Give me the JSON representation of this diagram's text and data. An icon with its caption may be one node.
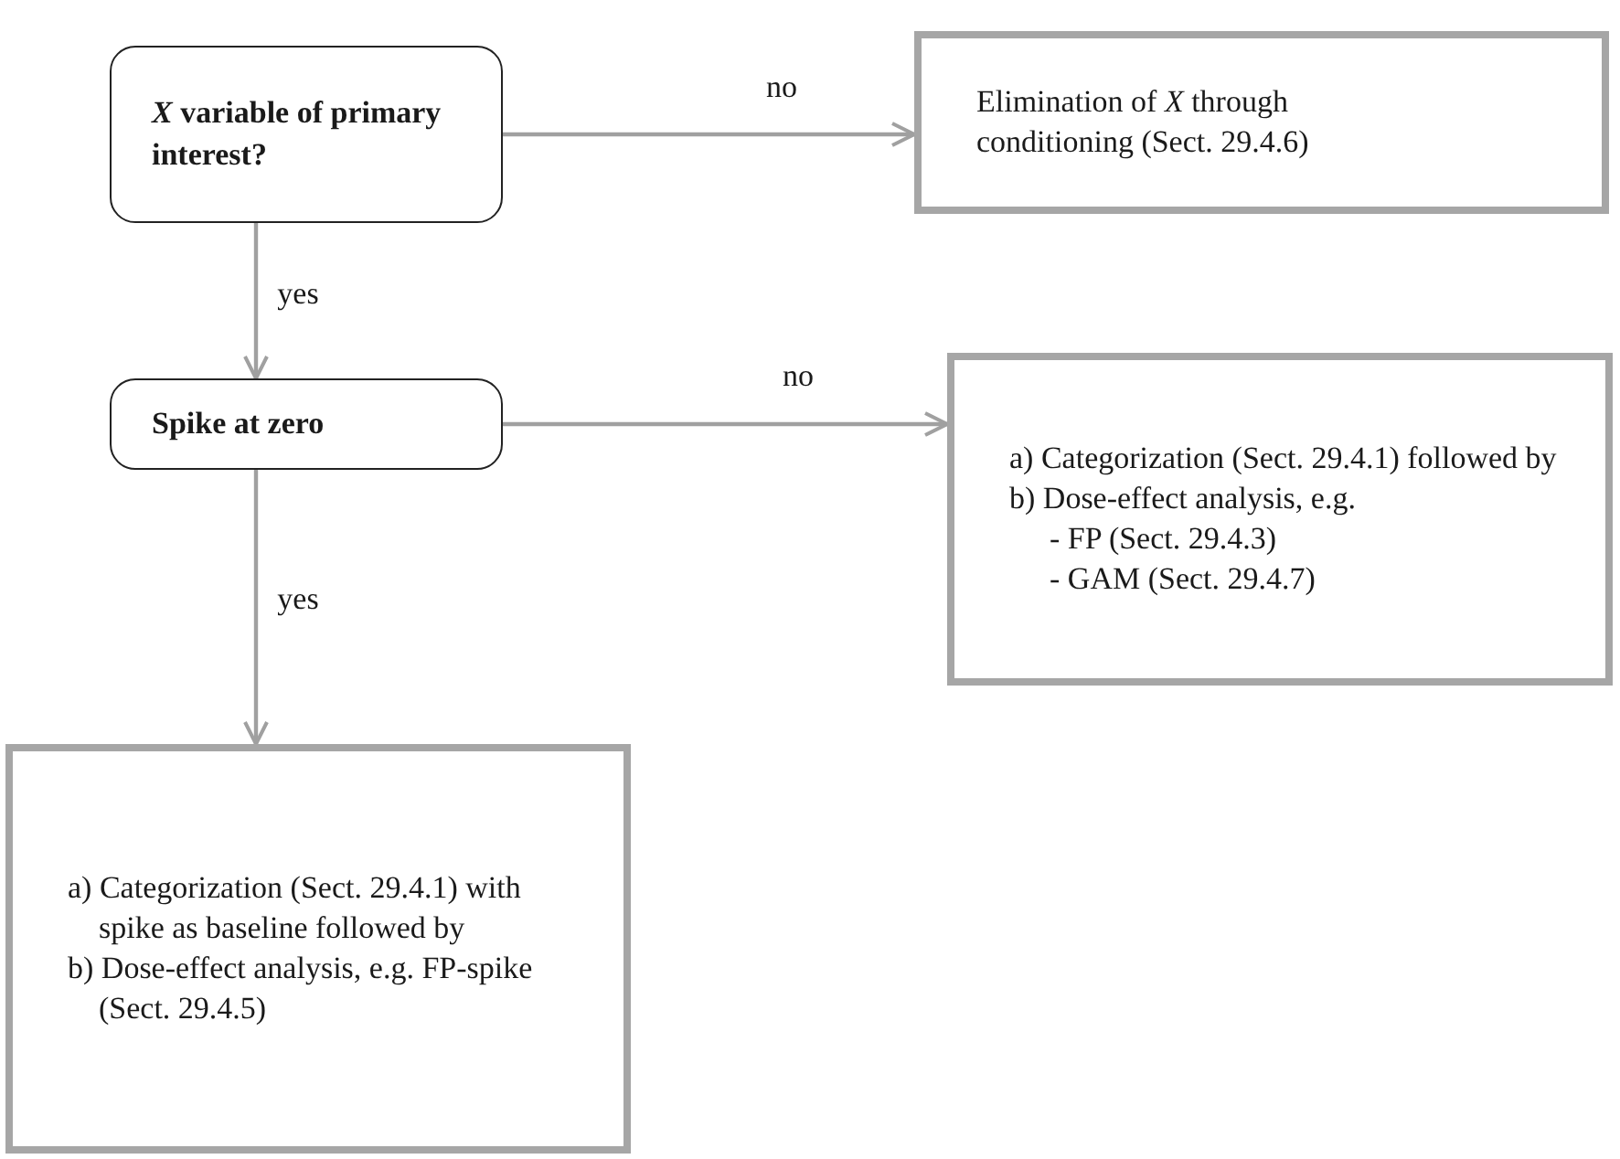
{
  "diagram": {
    "nodes": [
      {
        "text": [
          "*X* variable of primary interest?"
        ]
      },
      {
        "text": [
          "Elimination of *X* through conditioning (Sect. 29.4.6)"
        ]
      },
      {
        "text": [
          "Spike at zero"
        ]
      },
      {
        "text": [
          "a) Categorization  (Sect. 29.4.1) followed by",
          "b) Dose-effect analysis, e.g.",
          "- FP (Sect. 29.4.3)",
          "- GAM (Sect. 29.4.7)"
        ]
      },
      {
        "text": [
          "a) Categorization (Sect. 29.4.1) with spike as baseline followed by",
          "b) Dose-effect analysis, e.g. FP-spike (Sect. 29.4.5)"
        ]
      }
    ],
    "edges": [
      {
        "from": 0,
        "to": 1,
        "arrow": "to",
        "label": "no"
      },
      {
        "from": 0,
        "to": 2,
        "arrow": "to",
        "label": "yes"
      },
      {
        "from": 2,
        "to": 3,
        "arrow": "to",
        "label": "no"
      },
      {
        "from": 2,
        "to": 4,
        "arrow": "to",
        "label": "yes"
      }
    ]
  }
}
